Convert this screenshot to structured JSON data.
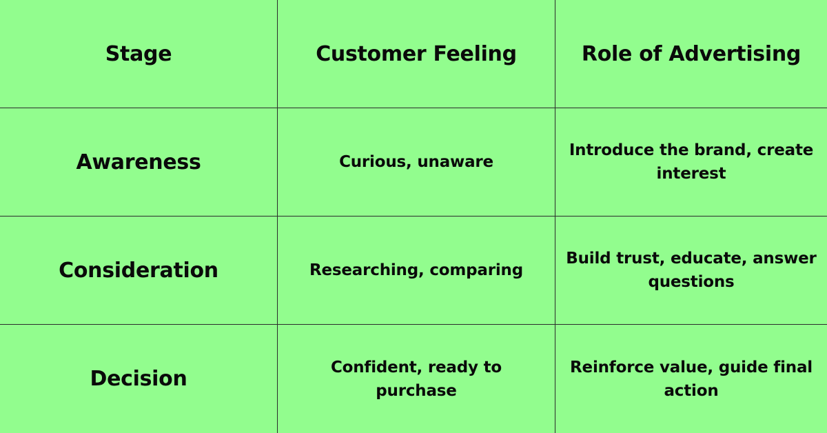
{
  "table": {
    "headers": [
      "Stage",
      "Customer Feeling",
      "Role of Advertising"
    ],
    "rows": [
      {
        "stage": "Awareness",
        "feeling": "Curious, unaware",
        "role": "Introduce the brand, create interest"
      },
      {
        "stage": "Consideration",
        "feeling": "Researching, comparing",
        "role": "Build trust, educate, answer questions"
      },
      {
        "stage": "Decision",
        "feeling": "Confident, ready to purchase",
        "role": "Reinforce value, guide final action"
      }
    ]
  },
  "colors": {
    "background": "#92fd8e",
    "text": "#0a0a0a",
    "border": "#2b2b2b"
  }
}
